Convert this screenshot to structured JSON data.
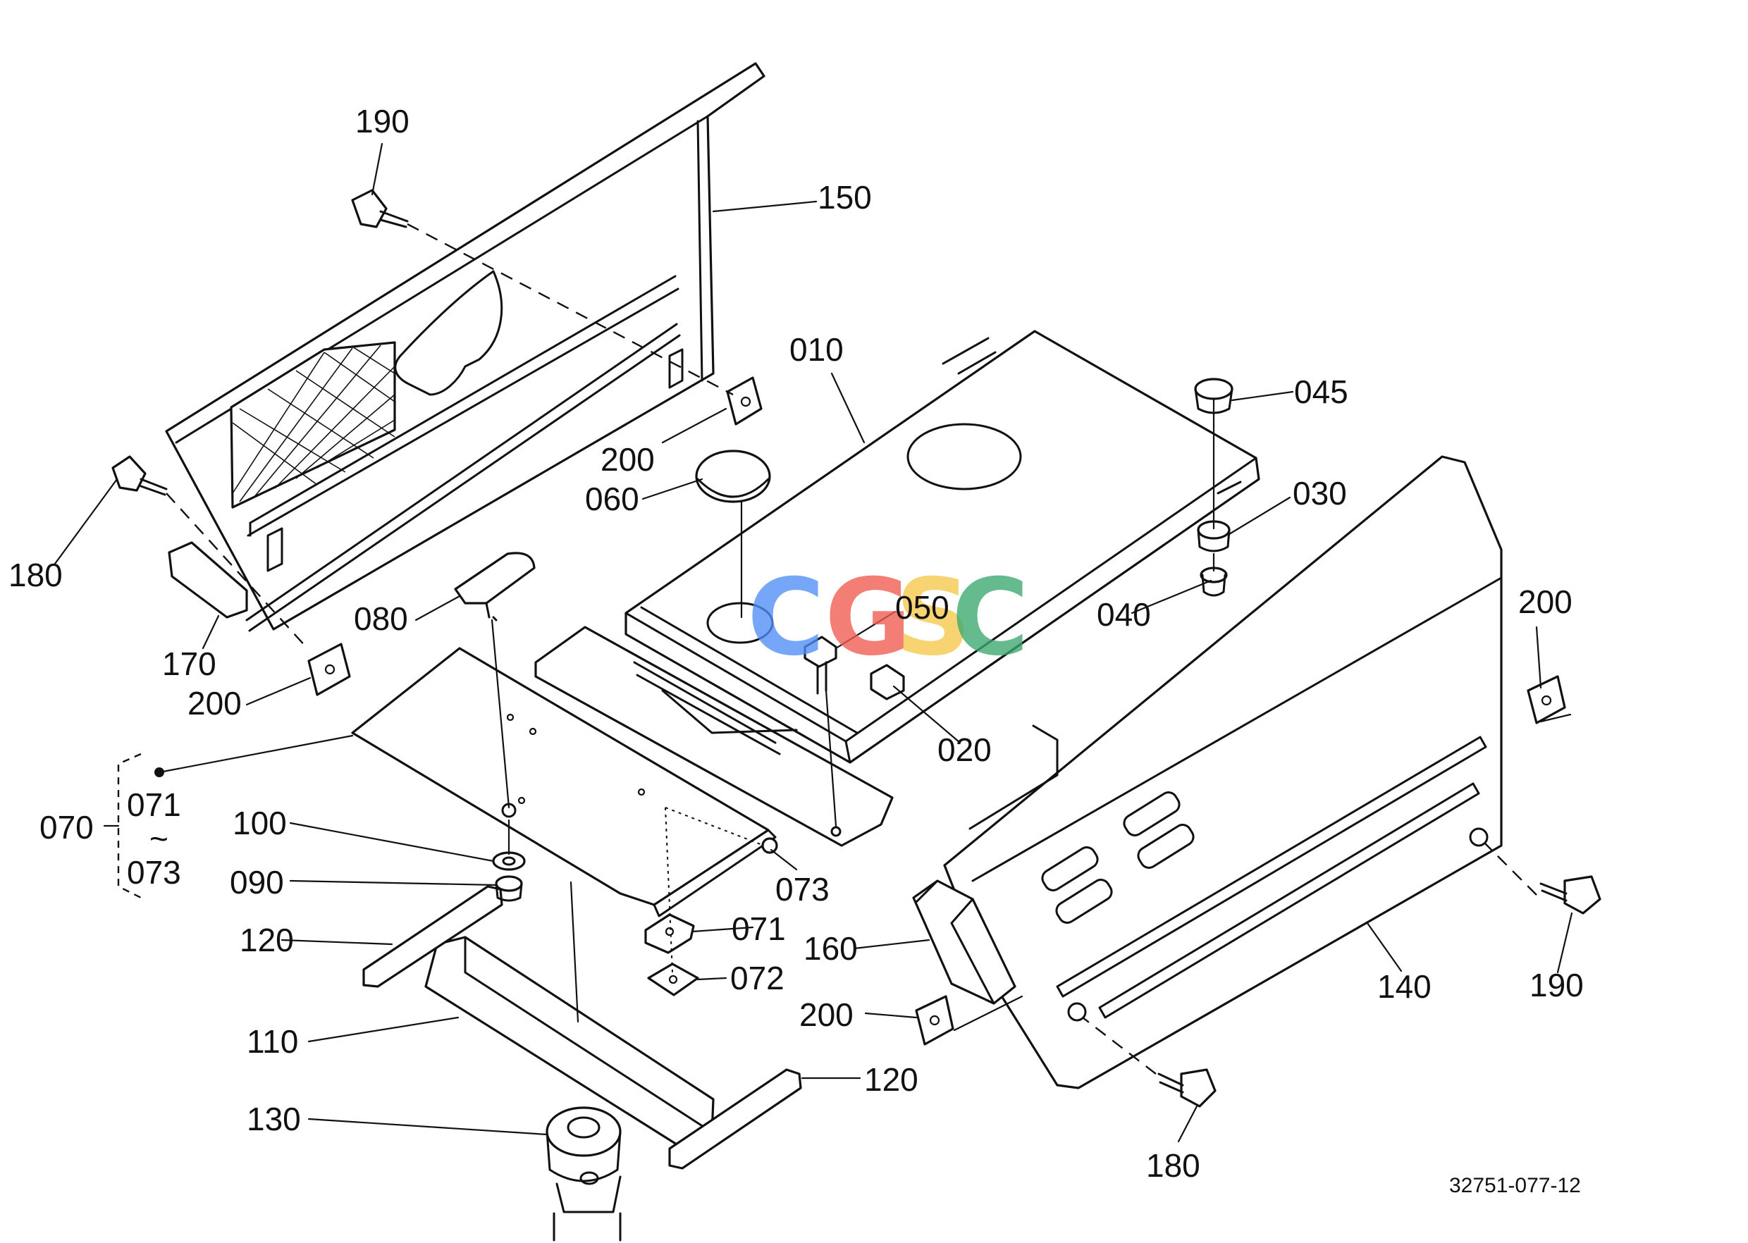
{
  "labels": {
    "p190a": "190",
    "p150": "150",
    "p010": "010",
    "p045": "045",
    "p200a": "200",
    "p060": "060",
    "p030": "030",
    "p180a": "180",
    "p080": "080",
    "p050": "050",
    "p040": "040",
    "p200b": "200",
    "p170": "170",
    "p200c": "200",
    "p020": "020",
    "p070": "070",
    "p071a": "071",
    "p073a": "073",
    "p100": "100",
    "p090": "090",
    "p073b": "073",
    "p120a": "120",
    "p071b": "071",
    "p160": "160",
    "p140": "140",
    "p190b": "190",
    "p072": "072",
    "p110": "110",
    "p200d": "200",
    "p120b": "120",
    "p130": "130",
    "p180b": "180",
    "tilde": "~"
  },
  "drawing_code": "32751-077-12",
  "watermark": {
    "letters": [
      "C",
      "G",
      "S",
      "C"
    ],
    "colors": [
      "#4f8ef7",
      "#ef5a4f",
      "#f6c84a",
      "#3aa96f"
    ]
  }
}
